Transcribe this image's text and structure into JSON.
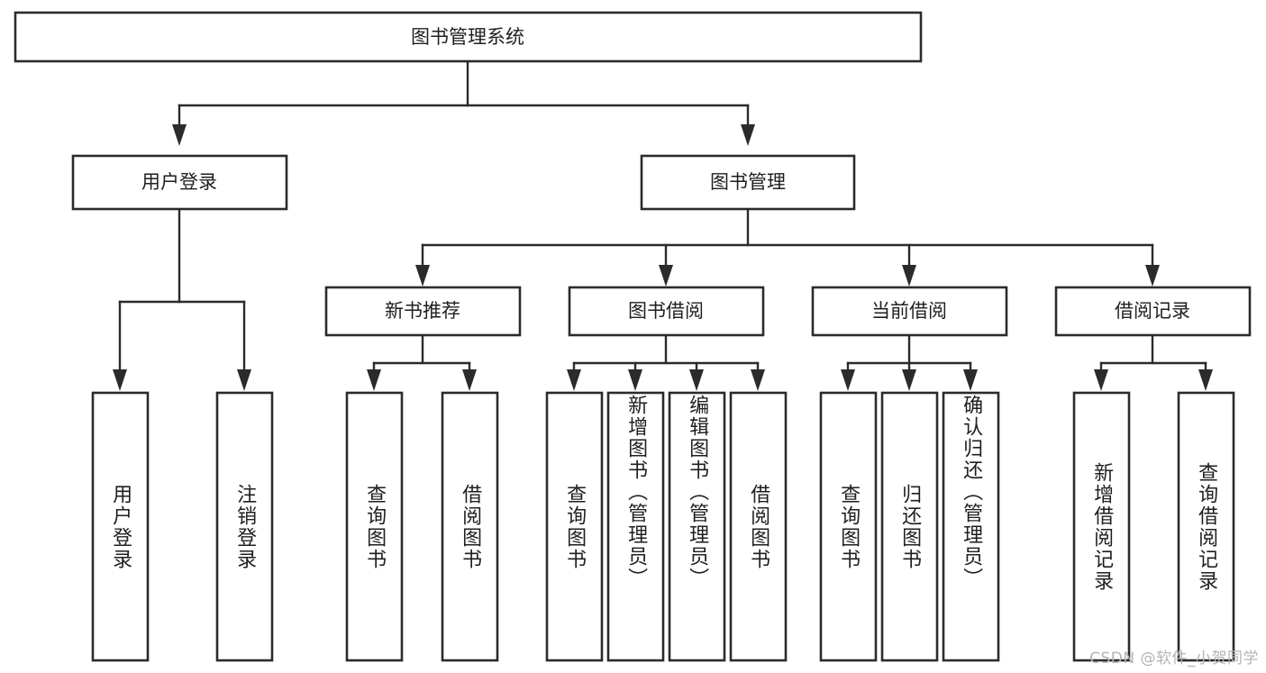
{
  "diagram": {
    "type": "tree",
    "title": "图书管理系统",
    "orientation": "top-down",
    "colors": {
      "box_fill": "#ffffff",
      "box_stroke": "#2b2b2b",
      "edge": "#2b2b2b",
      "text": "#1f1f1f",
      "watermark": "#b4b4b4",
      "background": "#ffffff"
    },
    "root": {
      "label": "图书管理系统",
      "name": "node-root-book-management-system"
    },
    "level1": [
      {
        "label": "用户登录",
        "name": "node-user-login"
      },
      {
        "label": "图书管理",
        "name": "node-book-management"
      }
    ],
    "level2": [
      {
        "label": "新书推荐",
        "name": "node-new-book-recommend"
      },
      {
        "label": "图书借阅",
        "name": "node-book-borrow"
      },
      {
        "label": "当前借阅",
        "name": "node-current-borrow"
      },
      {
        "label": "借阅记录",
        "name": "node-borrow-record"
      }
    ],
    "leaves": {
      "user_login": [
        {
          "label": "用户登录",
          "name": "leaf-user-login"
        },
        {
          "label": "注销登录",
          "name": "leaf-logout-login"
        }
      ],
      "new_book_recommend": [
        {
          "label": "查询图书",
          "name": "leaf-query-book-recommend"
        },
        {
          "label": "借阅图书",
          "name": "leaf-borrow-book-recommend"
        }
      ],
      "book_borrow": [
        {
          "label": "查询图书",
          "name": "leaf-query-book-borrow"
        },
        {
          "label": "新增图书（管理员）",
          "name": "leaf-add-book-admin"
        },
        {
          "label": "编辑图书（管理员）",
          "name": "leaf-edit-book-admin"
        },
        {
          "label": "借阅图书",
          "name": "leaf-borrow-book"
        }
      ],
      "current_borrow": [
        {
          "label": "查询图书",
          "name": "leaf-query-book-current"
        },
        {
          "label": "归还图书",
          "name": "leaf-return-book"
        },
        {
          "label": "确认归还（管理员）",
          "name": "leaf-confirm-return-admin"
        }
      ],
      "borrow_record": [
        {
          "label": "新增借阅记录",
          "name": "leaf-add-borrow-record"
        },
        {
          "label": "查询借阅记录",
          "name": "leaf-query-borrow-record"
        }
      ]
    },
    "watermark": "CSDN @软件_小贺同学"
  }
}
